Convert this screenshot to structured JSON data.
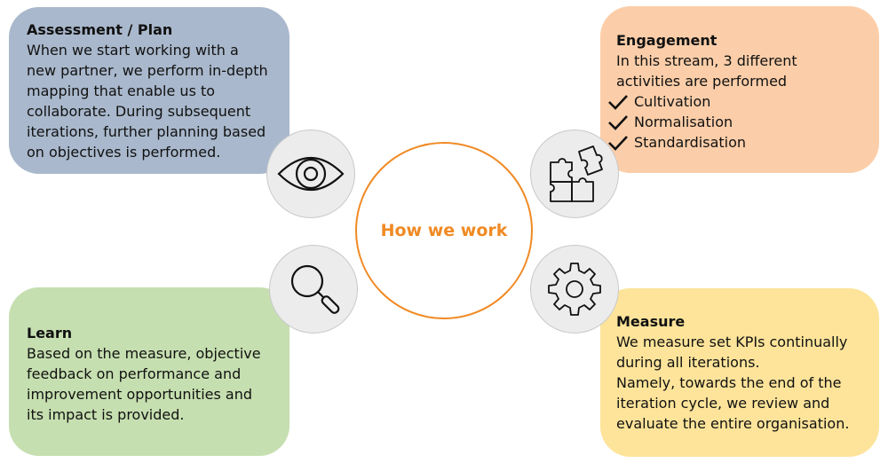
{
  "center": {
    "label": "How we work",
    "color": "#f08a24"
  },
  "assessment": {
    "title": "Assessment / Plan",
    "lines": [
      "When we start working with a",
      "new partner, we perform in-depth",
      "mapping that enable us to",
      "collaborate. During subsequent",
      "iterations, further planning based",
      "on objectives is performed."
    ],
    "color": "#a9b8cc",
    "icon": "eye-icon"
  },
  "engagement": {
    "title": "Engagement",
    "lines": [
      "In this stream, 3 different",
      "activities are performed"
    ],
    "checklist": [
      "Cultivation",
      "Normalisation",
      "Standardisation"
    ],
    "color": "#fbcea9",
    "icon": "puzzle-icon"
  },
  "learn": {
    "title": "Learn",
    "lines": [
      "Based on the measure, objective",
      "feedback on performance and",
      "improvement opportunities and",
      "its impact is provided."
    ],
    "color": "#c6dfb0",
    "icon": "magnifier-icon"
  },
  "measure": {
    "title": "Measure",
    "lines": [
      "We measure set KPIs continually",
      "during all iterations.",
      "Namely, towards the end of the",
      "iteration cycle, we review and",
      "evaluate the entire organisation."
    ],
    "color": "#fde49a",
    "icon": "gear-icon"
  }
}
